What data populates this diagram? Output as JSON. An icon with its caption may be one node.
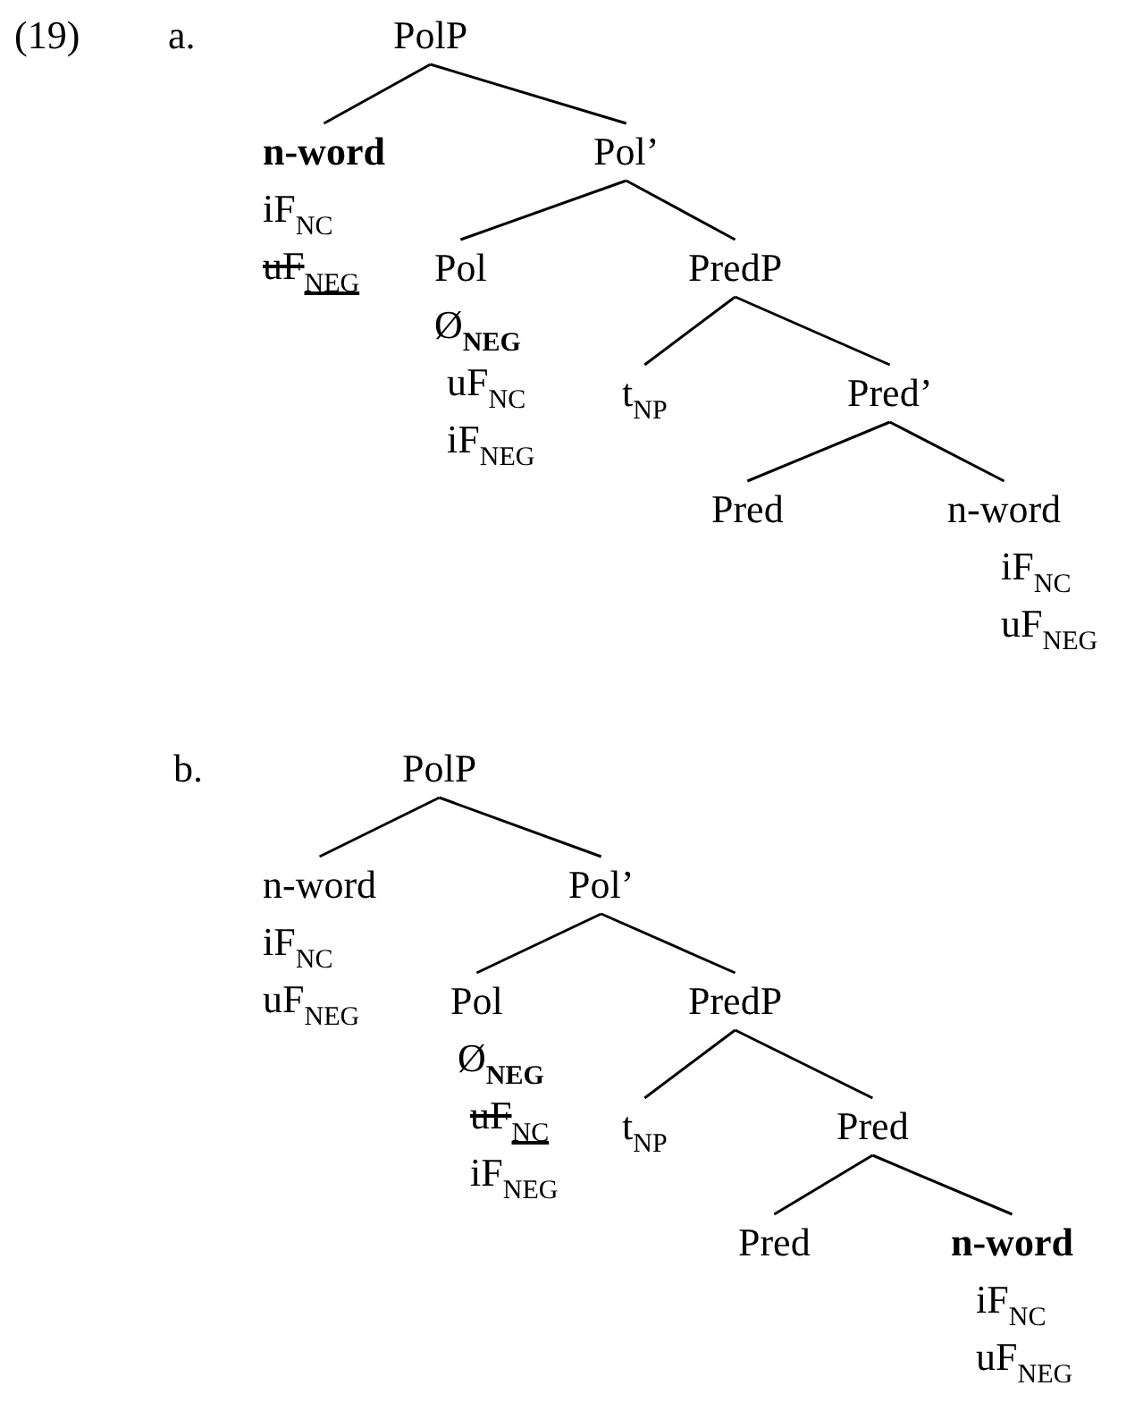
{
  "diagram": {
    "nodes": [
      {
        "text": [
          "PolP"
        ]
      },
      {
        "text": [
          "n-word",
          "iF$_{NC}$",
          "uF$_{NEG}$"
        ]
      },
      {
        "text": [
          "Pol’"
        ]
      },
      {
        "text": [
          "Pol",
          "Ø**$_{NEG}$**",
          "uF$_{NC}$",
          "iF$_{NEG}$"
        ]
      },
      {
        "text": [
          "PredP"
        ]
      },
      {
        "text": [
          "t$_{NP}$"
        ]
      },
      {
        "text": [
          "Pred’"
        ]
      },
      {
        "text": [
          "Pred"
        ]
      },
      {
        "text": [
          "n-word",
          "iF$_{NC}$",
          "uF$_{NEG}$"
        ]
      },
      {
        "text": [
          "PolP"
        ]
      },
      {
        "text": [
          "n-word",
          "iF$_{NC}$",
          "uF$_{NEG}$"
        ]
      },
      {
        "text": [
          "Pol’"
        ]
      },
      {
        "text": [
          "Pol",
          "Ø**$_{NEG}$**",
          "uF$_{NC}$",
          "iF$_{NEG}$"
        ]
      },
      {
        "text": [
          "PredP"
        ]
      },
      {
        "text": [
          "t$_{NP}$"
        ]
      },
      {
        "text": [
          "Pred"
        ]
      },
      {
        "text": [
          "Pred"
        ]
      },
      {
        "text": [
          "n-word",
          "iF$_{NC}$",
          "uF$_{NEG}$"
        ]
      }
    ],
    "edges": [
      {
        "from": 0,
        "to": 1,
        "arrow": "none"
      },
      {
        "from": 0,
        "to": 2,
        "arrow": "none"
      },
      {
        "from": 2,
        "to": 3,
        "arrow": "none"
      },
      {
        "from": 2,
        "to": 4,
        "arrow": "none"
      },
      {
        "from": 4,
        "to": 5,
        "arrow": "none"
      },
      {
        "from": 4,
        "to": 6,
        "arrow": "none"
      },
      {
        "from": 6,
        "to": 7,
        "arrow": "none"
      },
      {
        "from": 6,
        "to": 8,
        "arrow": "none"
      },
      {
        "from": 9,
        "to": 10,
        "arrow": "none"
      },
      {
        "from": 9,
        "to": 11,
        "arrow": "none"
      },
      {
        "from": 11,
        "to": 12,
        "arrow": "none"
      },
      {
        "from": 11,
        "to": 13,
        "arrow": "none"
      },
      {
        "from": 13,
        "to": 14,
        "arrow": "none"
      },
      {
        "from": 13,
        "to": 15,
        "arrow": "none"
      },
      {
        "from": 15,
        "to": 16,
        "arrow": "none"
      },
      {
        "from": 15,
        "to": 17,
        "arrow": "none"
      }
    ],
    "labels": [
      "(19)",
      "a.",
      "b."
    ]
  }
}
